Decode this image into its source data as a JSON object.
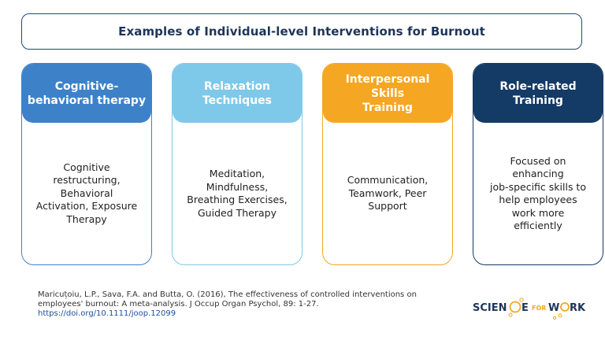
{
  "title": "Examples of Individual-level Interventions for Burnout",
  "cards": [
    {
      "heading": "Cognitive-\nbehavioral therapy",
      "body": "Cognitive\nrestructuring,\nBehavioral\nActivation, Exposure\nTherapy",
      "color": "#3d82c9"
    },
    {
      "heading": "Relaxation\nTechniques",
      "body": "Meditation,\nMindfulness,\nBreathing Exercises,\nGuided Therapy",
      "color": "#7ec8ea"
    },
    {
      "heading": "Interpersonal Skills\nTraining",
      "body": "Communication,\nTeamwork, Peer\nSupport",
      "color": "#f5a623"
    },
    {
      "heading": "Role-related\nTraining",
      "body": "Focused on\nenhancing\njob-specific skills to\nhelp employees\nwork more\nefficiently",
      "color": "#143a66"
    }
  ],
  "citation": {
    "text": "Maricuțoiu, L.P., Sava, F.A. and Butta, O. (2016), The effectiveness of controlled interventions on employees' burnout: A meta-analysis. J Occup Organ Psychol, 89: 1-27.",
    "link": "https://doi.org/10.1111/joop.12099"
  },
  "logo": {
    "text_left": "SCIEN",
    "text_e": "E",
    "text_for": "FOR",
    "text_right": "W",
    "text_rk": "RK",
    "color_dark": "#1d3557",
    "color_accent": "#f5a623"
  }
}
